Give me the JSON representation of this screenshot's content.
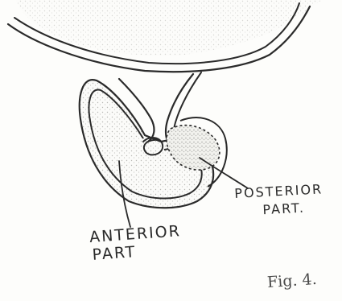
{
  "figure": {
    "label": "Fig. 4."
  },
  "labels": {
    "anterior": [
      "ANTERIOR",
      "PART"
    ],
    "posterior": [
      "POSTERIOR",
      "PART."
    ]
  },
  "colors": {
    "ink": "#2a2a2a",
    "shade": "#e4e4e0",
    "paper": "#fdfdfb"
  }
}
